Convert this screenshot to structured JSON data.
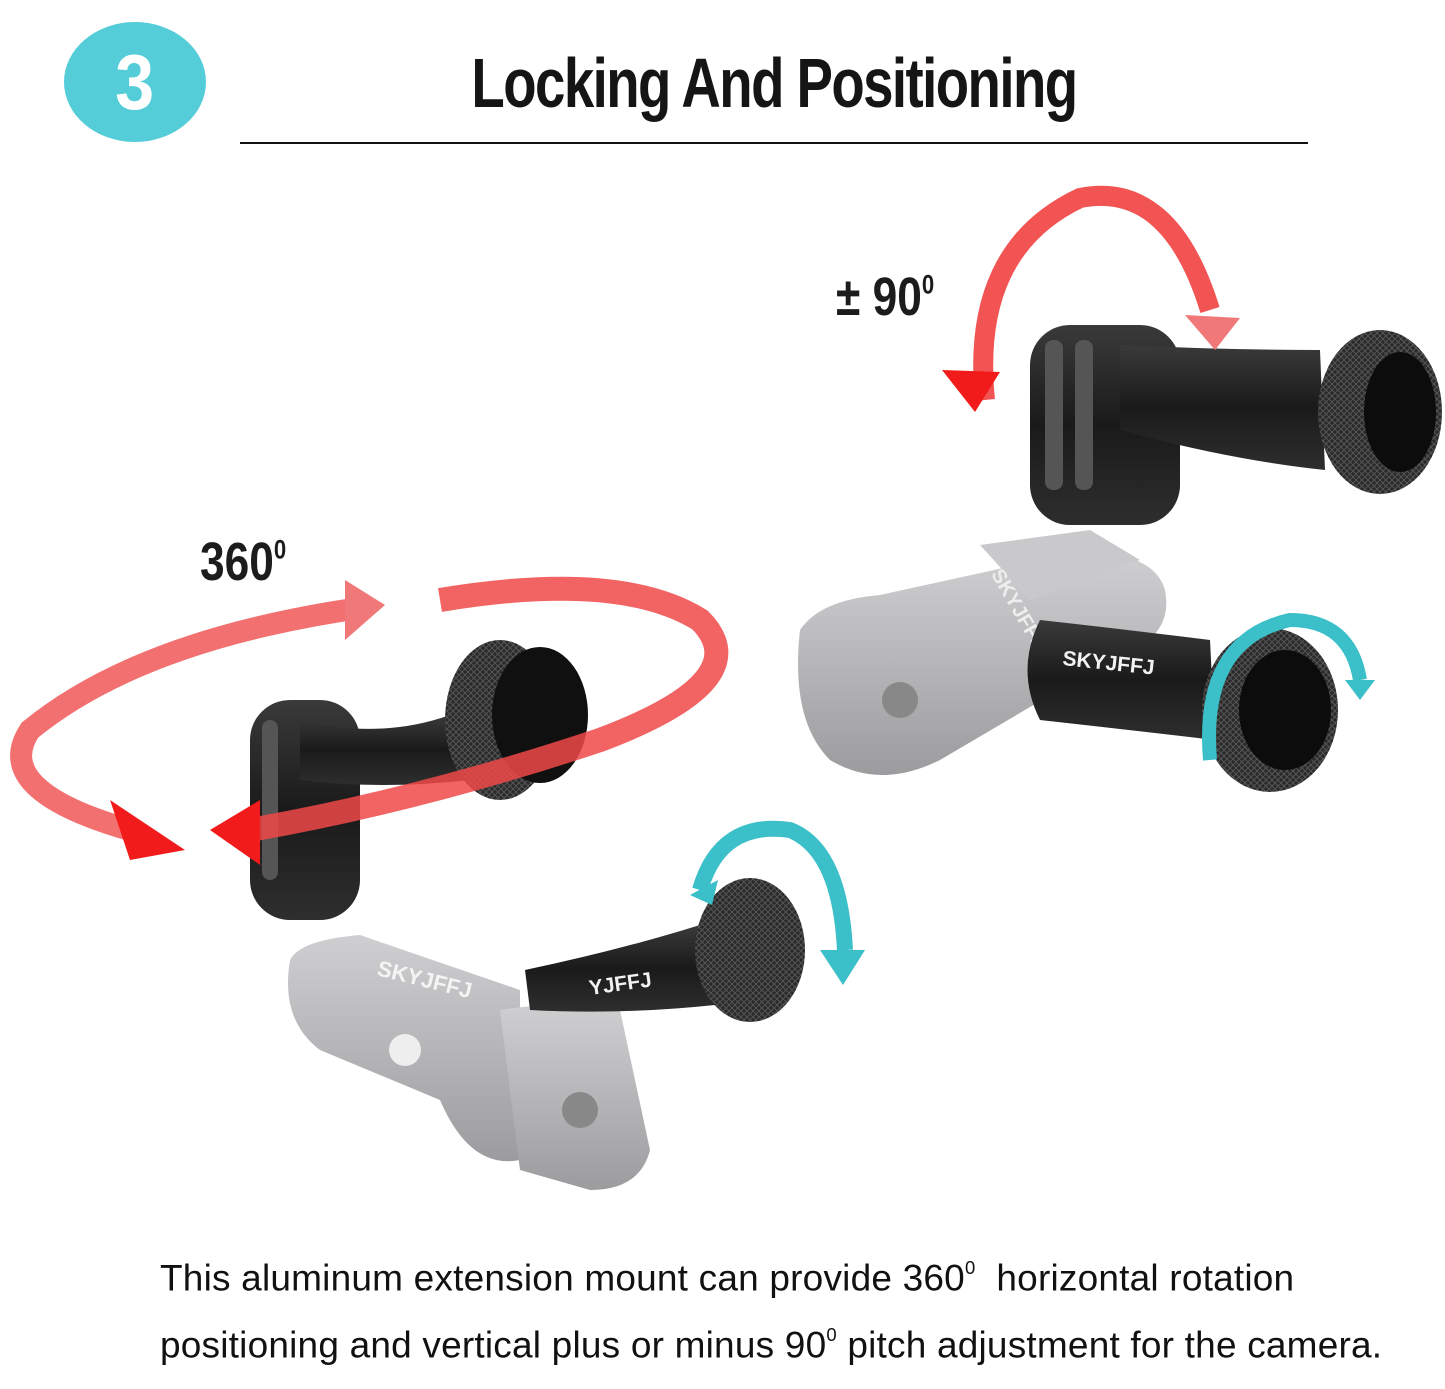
{
  "header": {
    "step_number": "3",
    "title": "Locking And Positioning"
  },
  "labels": {
    "pitch_label": "± 90",
    "pitch_degree": "0",
    "rotation_label": "360",
    "rotation_degree": "0"
  },
  "product": {
    "brand_text": "SKYJFFJ"
  },
  "description": {
    "part1": "This aluminum extension mount can provide 360",
    "sup1": "0",
    "part2": "  horizontal rotation positioning and vertical plus or minus 90",
    "sup2": "0",
    "part3": " pitch adjustment for the camera."
  },
  "colors": {
    "badge": "#55cdd9",
    "arrow_red": "#f21b1b",
    "arrow_pink": "#f07878",
    "arrow_teal": "#3bbfc9",
    "metal_gray": "#b4b4b6",
    "black_anodized": "#232323"
  }
}
